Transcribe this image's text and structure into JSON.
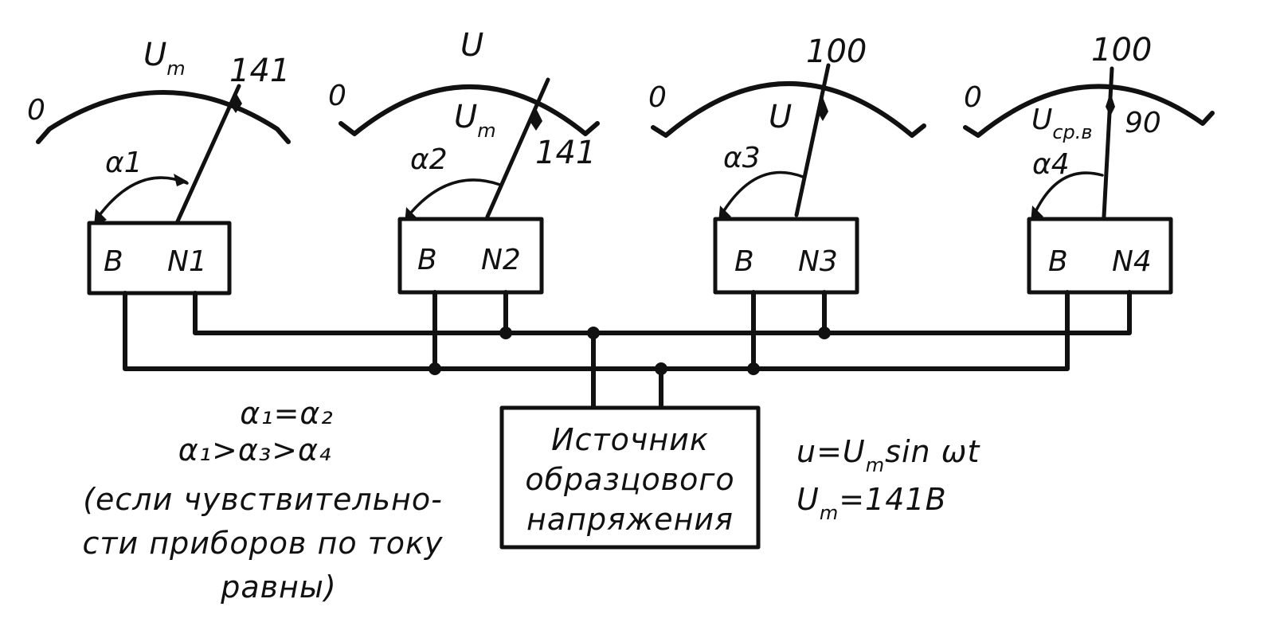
{
  "meters": [
    {
      "id": "1",
      "label_left": "B",
      "label_right": "N1",
      "scale_zero": "0",
      "quantity_main": "U",
      "quantity_main_sub": "m",
      "reading_top": "141",
      "angle_symbol": "α",
      "angle_index": "1"
    },
    {
      "id": "2",
      "label_left": "B",
      "label_right": "N2",
      "scale_zero": "0",
      "quantity_main": "U",
      "inner_quantity": "U",
      "inner_quantity_sub": "m",
      "reading_inner": "141",
      "angle_symbol": "α",
      "angle_index": "2"
    },
    {
      "id": "3",
      "label_left": "B",
      "label_right": "N3",
      "scale_zero": "0",
      "inner_quantity": "U",
      "reading_top": "100",
      "angle_symbol": "α",
      "angle_index": "3"
    },
    {
      "id": "4",
      "label_left": "B",
      "label_right": "N4",
      "scale_zero": "0",
      "inner_quantity": "U",
      "inner_quantity_sub": "ср.в",
      "reading_top": "100",
      "reading_inner": "90",
      "angle_symbol": "α",
      "angle_index": "4"
    }
  ],
  "source_box": {
    "line1": "Источник",
    "line2": "образцового",
    "line3": "напряжения"
  },
  "relations": {
    "eq_line": "α₁=α₂",
    "ineq_line": "α₁>α₃>α₄",
    "note_line1": "(если чувствительно-",
    "note_line2": "сти приборов по току",
    "note_line3": "равны)"
  },
  "formula": {
    "line1": "u=Umsin ωt",
    "line2": "Um=141В",
    "line1_a": "u=U",
    "line1_sub": "m",
    "line1_b": "sin ωt",
    "line2_a": "U",
    "line2_sub": "m",
    "line2_b": "=141В"
  },
  "colors": {
    "ink": "#111111",
    "paper": "#ffffff"
  }
}
